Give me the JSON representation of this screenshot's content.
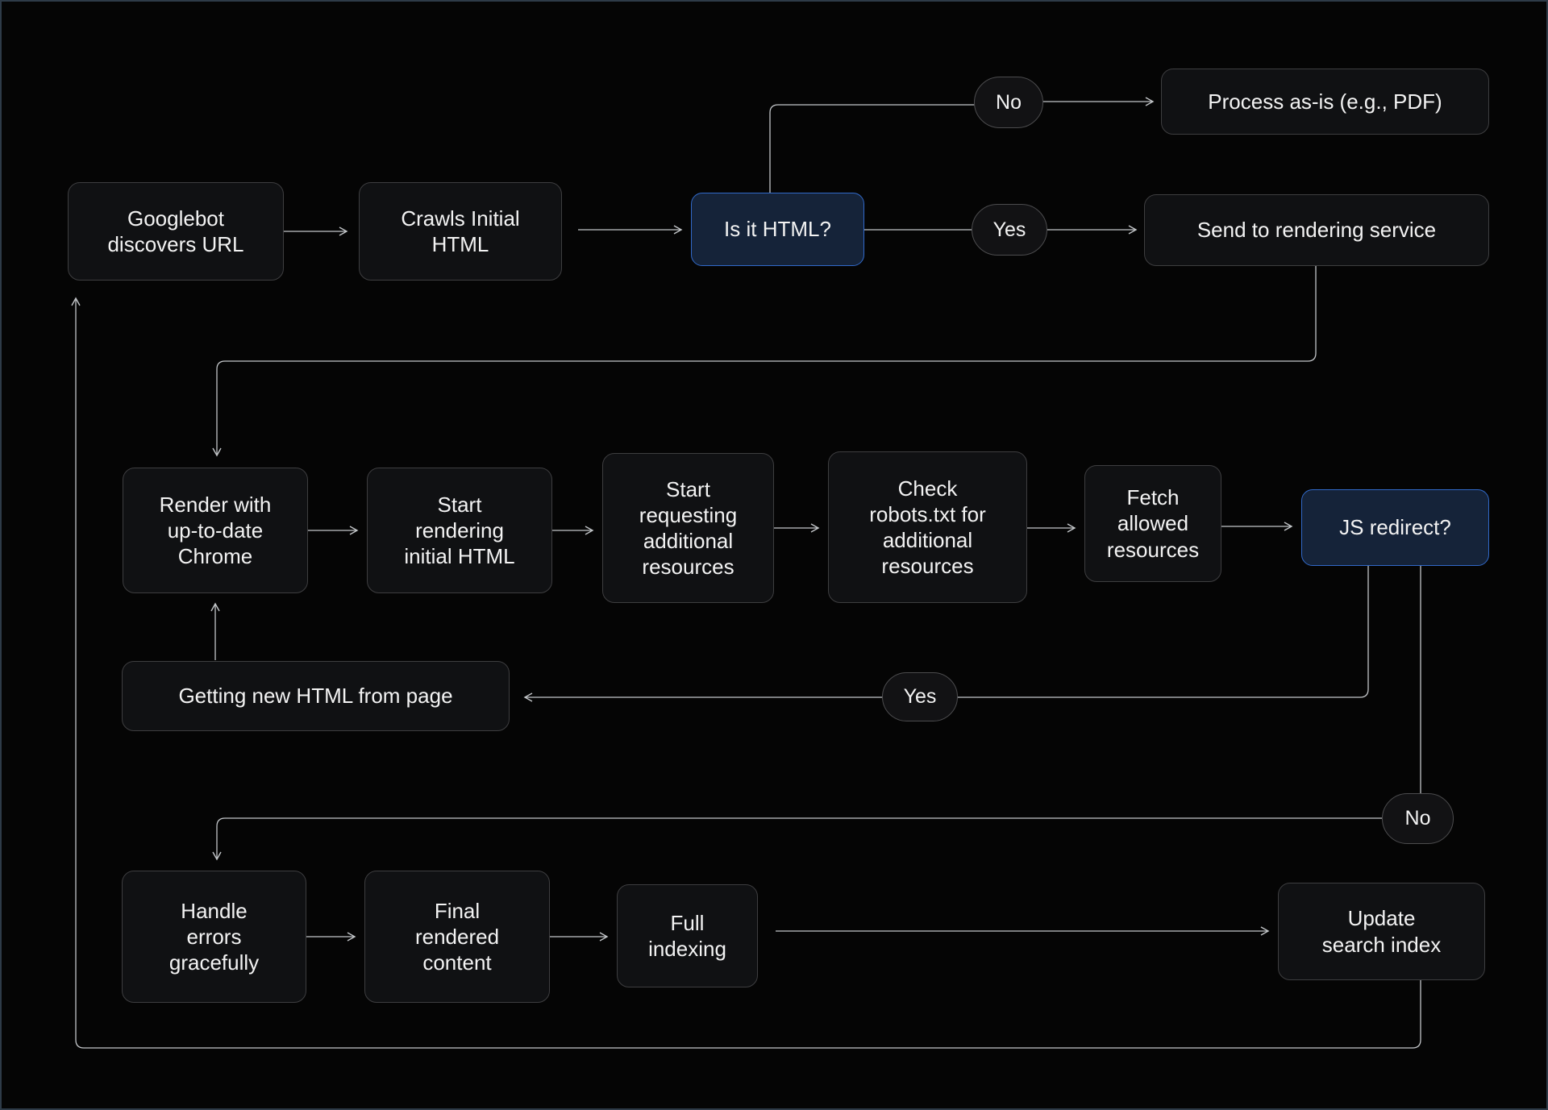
{
  "diagram": {
    "description": "Googlebot rendering pipeline flowchart",
    "colors": {
      "background": "#050505",
      "node_background": "#101113",
      "node_border": "#3e3e40",
      "decision_background": "#152339",
      "decision_border": "#3169c9",
      "pill_border": "#4c4c4e",
      "line": "#c3c6c9",
      "text": "#f3f3f3",
      "frame_edge": "#2e3b48"
    },
    "nodes": {
      "discover": {
        "label": "Googlebot\ndiscovers URL"
      },
      "crawls": {
        "label": "Crawls Initial\nHTML"
      },
      "ishtml": {
        "label": "Is it HTML?"
      },
      "process_asis": {
        "label": "Process as-is (e.g., PDF)"
      },
      "send_rendering": {
        "label": "Send to rendering service"
      },
      "render_chrome": {
        "label": "Render with\nup-to-date\nChrome"
      },
      "start_rendering": {
        "label": "Start\nrendering\ninitial HTML"
      },
      "start_requesting": {
        "label": "Start\nrequesting\nadditional\nresources"
      },
      "check_robots": {
        "label": "Check\nrobots.txt for\nadditional\nresources"
      },
      "fetch_allowed": {
        "label": "Fetch\nallowed\nresources"
      },
      "js_redirect": {
        "label": "JS redirect?"
      },
      "getting_html": {
        "label": "Getting new HTML from page"
      },
      "handle_errors": {
        "label": "Handle\nerrors\ngracefully"
      },
      "final_content": {
        "label": "Final\nrendered\ncontent"
      },
      "full_indexing": {
        "label": "Full\nindexing"
      },
      "update_index": {
        "label": "Update\nsearch index"
      }
    },
    "pills": {
      "no_top": {
        "label": "No"
      },
      "yes_top": {
        "label": "Yes"
      },
      "yes_mid": {
        "label": "Yes"
      },
      "no_bottom": {
        "label": "No"
      }
    }
  }
}
